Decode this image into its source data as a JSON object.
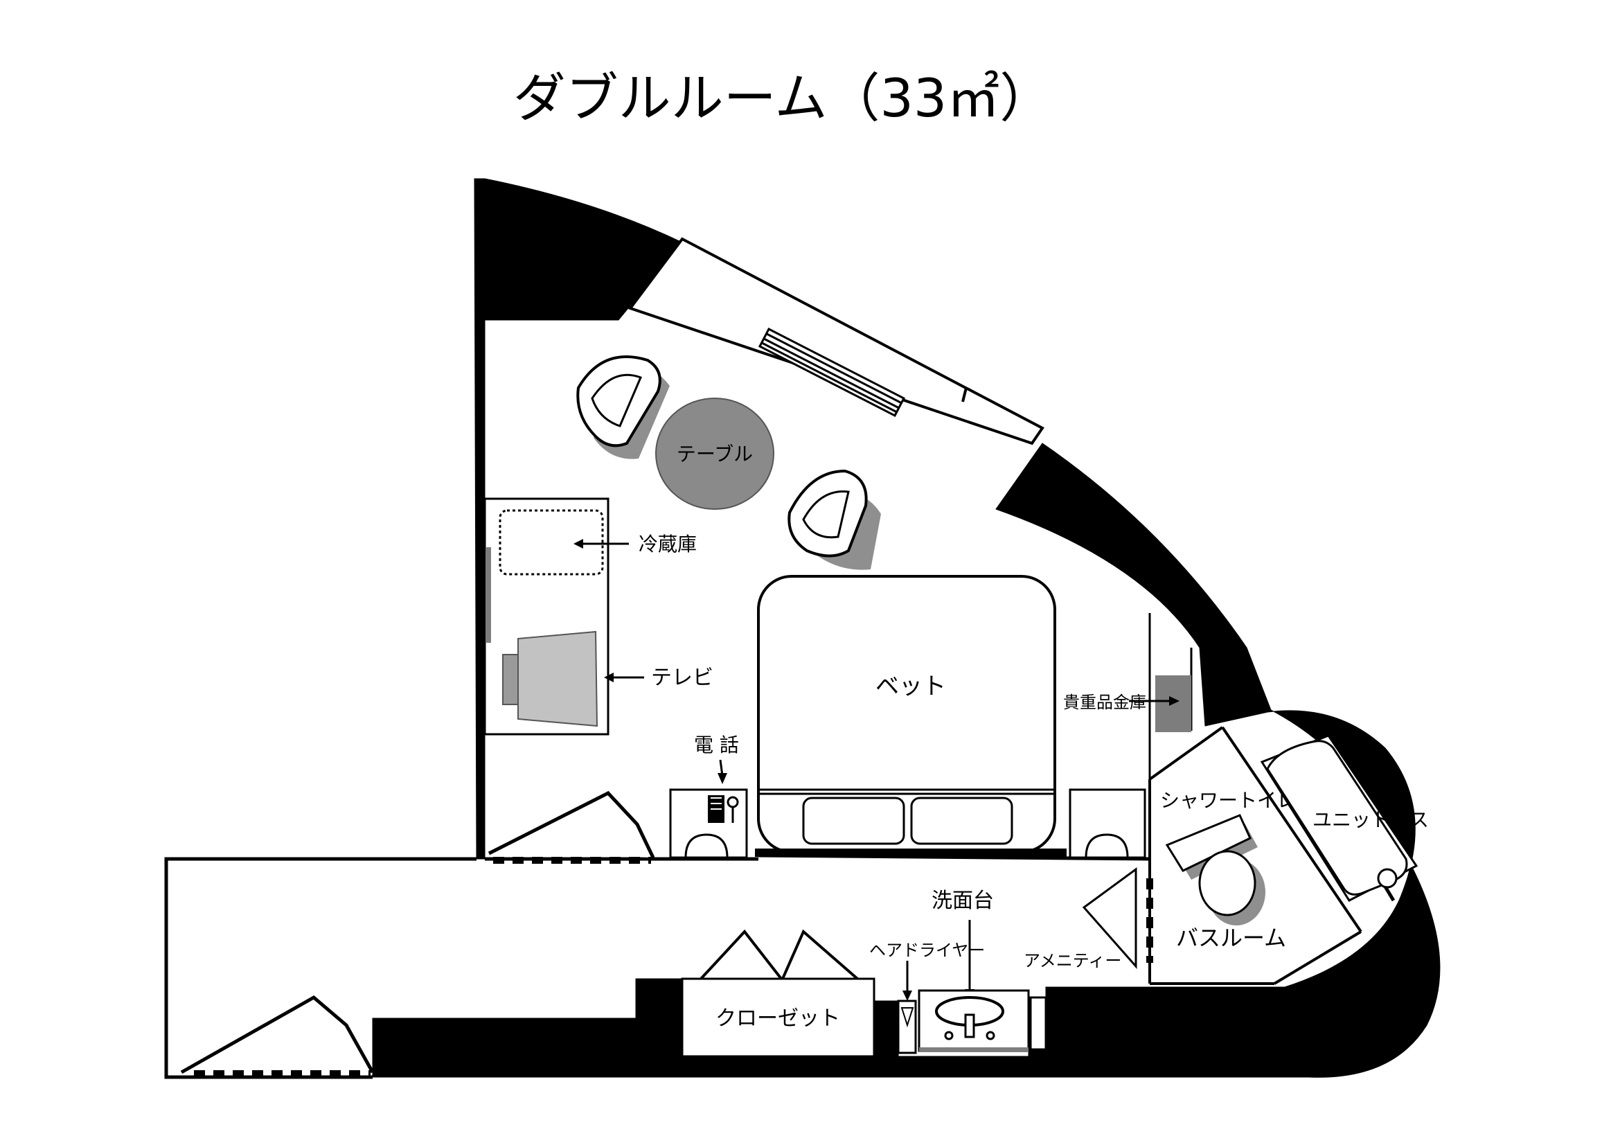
{
  "title": "ダブルルーム（33㎡）",
  "labels": {
    "table": "テーブル",
    "fridge": "冷蔵庫",
    "tv": "テレビ",
    "phone": "電 話",
    "bed": "ベット",
    "safe": "貴重品金庫",
    "shower_toilet": "シャワートイレ",
    "unit_bath": "ユニットバス",
    "bathroom": "バスルーム",
    "washstand": "洗面台",
    "hair_dryer": "ヘアドライヤー",
    "amenity": "アメニティー",
    "closet": "クローゼット"
  },
  "colors": {
    "wall": "#000000",
    "table_fill": "#8a8a8a",
    "shadow": "#8f8f8f",
    "tv_fill": "#c2c2c2",
    "safe_fill": "#7d7d7d"
  }
}
